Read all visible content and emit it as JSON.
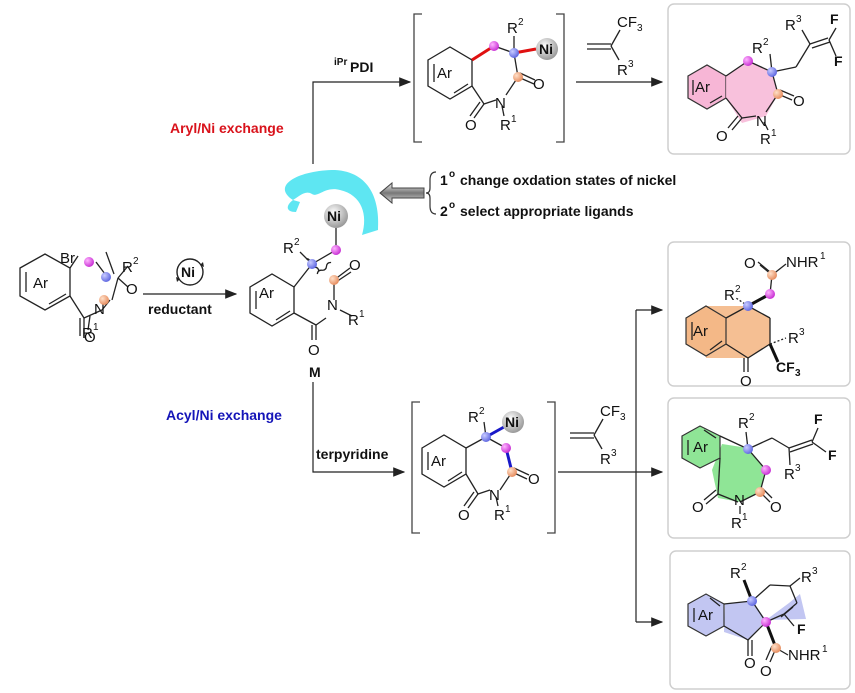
{
  "diagram": {
    "start_material": {
      "ar": "Ar",
      "br": "Br",
      "r2": "R",
      "r2_sup": "2",
      "n": "N",
      "r1": "R",
      "r1_sup": "1",
      "o1": "O",
      "o2": "O"
    },
    "step1": {
      "catalyst": "Ni",
      "condition": "reductant"
    },
    "intermediate_M": {
      "label": "M",
      "ni": "Ni",
      "ar": "Ar",
      "r2": "R",
      "r2_sup": "2",
      "n": "N",
      "r1": "R",
      "r1_sup": "1",
      "o1": "O",
      "o2": "O"
    },
    "strategy": {
      "item1_num": "1",
      "item1_sup": "o",
      "item1_text": "change oxdation states of nickel",
      "item2_num": "2",
      "item2_sup": "o",
      "item2_text": "select appropriate ligands"
    },
    "aryl_path": {
      "label": "Aryl/Ni exchange",
      "label_color": "#d9121b",
      "ligand_sup": "iPr",
      "ligand": "PDI",
      "intermediate": {
        "ar": "Ar",
        "ni": "Ni",
        "r2": "R",
        "r2_sup": "2",
        "n": "N",
        "r1": "R",
        "r1_sup": "1",
        "o1": "O",
        "o2": "O"
      },
      "reagent": {
        "cf3": "CF",
        "cf3_sub": "3",
        "r3": "R",
        "r3_sup": "3"
      },
      "product": {
        "ar": "Ar",
        "r2": "R",
        "r2_sup": "2",
        "r3": "R",
        "r3_sup": "3",
        "f1": "F",
        "f2": "F",
        "n": "N",
        "r1": "R",
        "r1_sup": "1",
        "o1": "O",
        "o2": "O",
        "fill_color": "#f7b6d6"
      }
    },
    "acyl_path": {
      "label": "Acyl/Ni exchange",
      "label_color": "#1414b8",
      "ligand": "terpyridine",
      "intermediate": {
        "ar": "Ar",
        "ni": "Ni",
        "r2": "R",
        "r2_sup": "2",
        "n": "N",
        "r1": "R",
        "r1_sup": "1",
        "o1": "O",
        "o2": "O"
      },
      "reagent": {
        "cf3": "CF",
        "cf3_sub": "3",
        "r3": "R",
        "r3_sup": "3"
      },
      "products": [
        {
          "ar": "Ar",
          "r2": "R",
          "r2_sup": "2",
          "amide": "NHR",
          "amide_sup": "1",
          "o_amide": "O",
          "r3": "R",
          "r3_sup": "3",
          "cf3": "CF",
          "cf3_sub": "3",
          "o_ketone": "O",
          "fill_color": "#f4b887"
        },
        {
          "ar": "Ar",
          "r2": "R",
          "r2_sup": "2",
          "f1": "F",
          "f2": "F",
          "r3": "R",
          "r3_sup": "3",
          "n": "N",
          "r1": "R",
          "r1_sup": "1",
          "o1": "O",
          "o2": "O",
          "fill_color": "#8fe596"
        },
        {
          "ar": "Ar",
          "r2": "R",
          "r2_sup": "2",
          "r3": "R",
          "r3_sup": "3",
          "f": "F",
          "amide": "NHR",
          "amide_sup": "1",
          "o1": "O",
          "o2": "O",
          "fill_color": "#c2c6f2"
        }
      ]
    },
    "colors": {
      "node_blue": "#7f86f0",
      "node_magenta": "#e05ae8",
      "node_orange": "#f0a27a",
      "ligand_cyan": "#5ee6f2",
      "ni_sphere": "#c8c8c8",
      "aryl_bond": "#e01010",
      "acyl_bond": "#1818c8"
    }
  }
}
